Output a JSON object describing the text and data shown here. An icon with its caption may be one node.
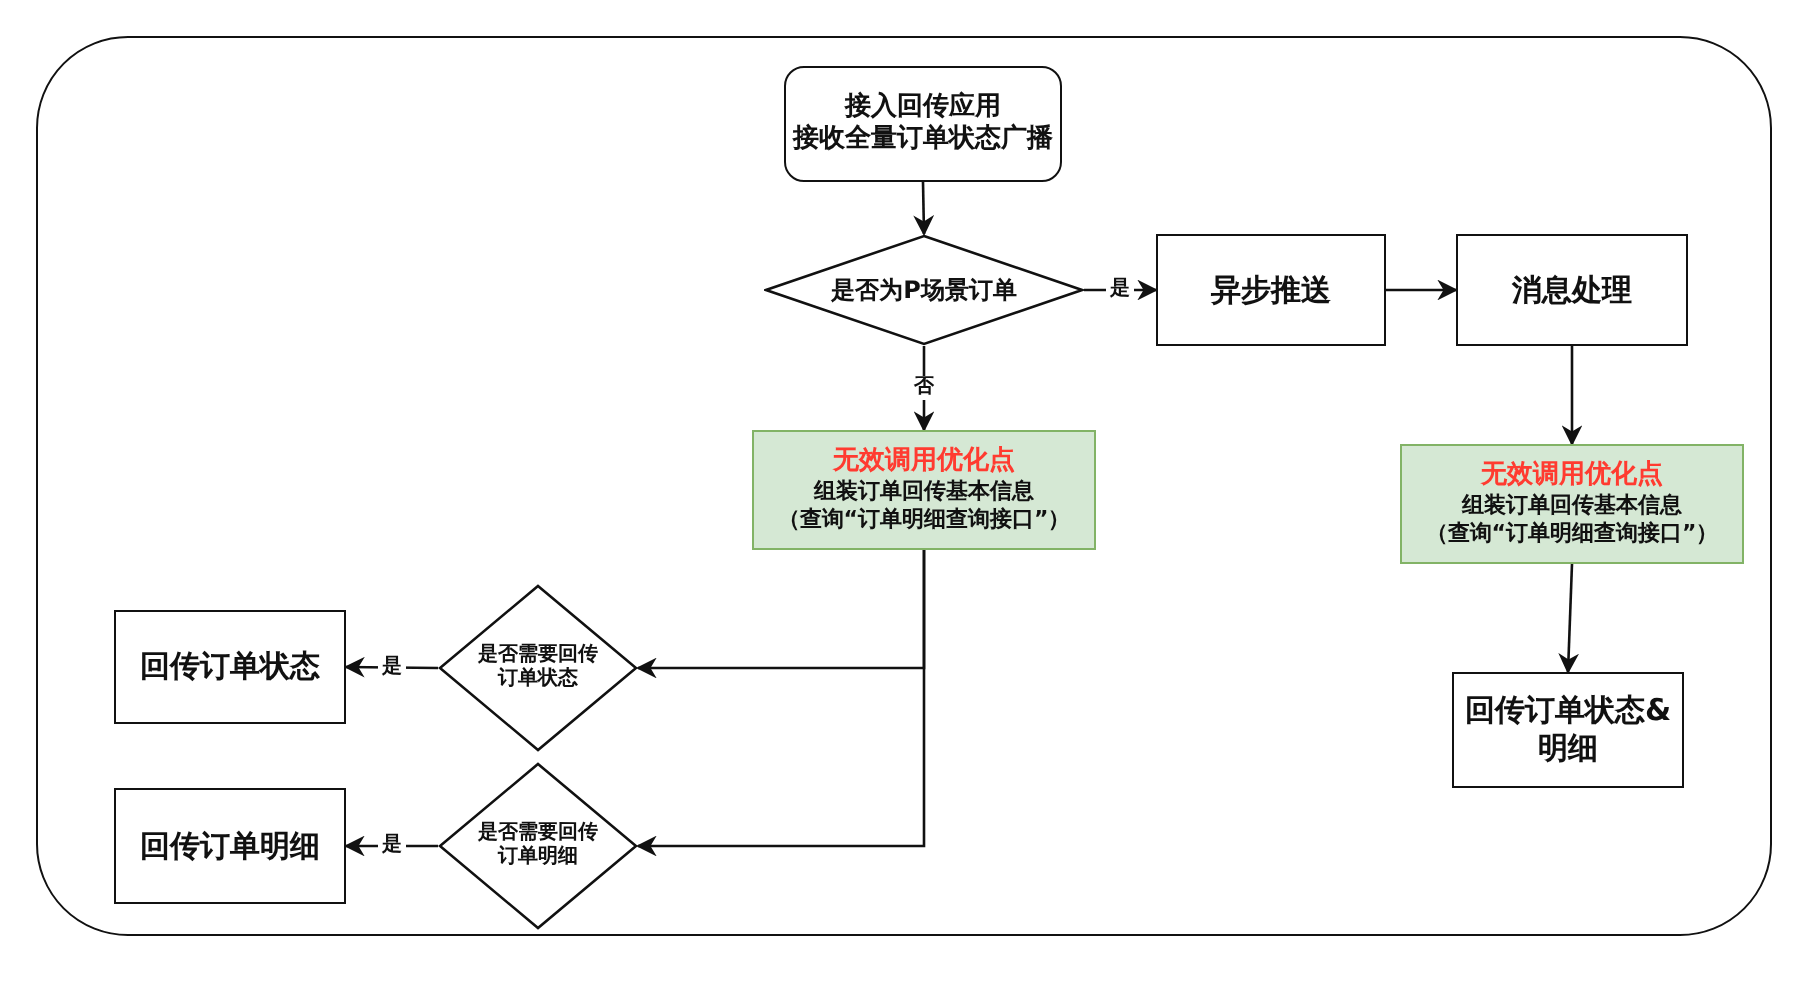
{
  "diagram": {
    "nodes": [
      {
        "text": [
          "接入回传应用",
          "接收全量订单状态广播"
        ]
      },
      {
        "text": [
          "是否为P场景订单"
        ]
      },
      {
        "text": [
          "异步推送"
        ]
      },
      {
        "text": [
          "消息处理"
        ]
      },
      {
        "text": [
          "无效调用优化点",
          "组装订单回传基本信息",
          "（查询“订单明细查询接口”）"
        ]
      },
      {
        "text": [
          "无效调用优化点",
          "组装订单回传基本信息",
          "（查询“订单明细查询接口”）"
        ]
      },
      {
        "text": [
          "回传订单状态&明细"
        ]
      },
      {
        "text": [
          "是否需要回传订单状态"
        ]
      },
      {
        "text": [
          "回传订单状态"
        ]
      },
      {
        "text": [
          "是否需要回传订单明细"
        ]
      },
      {
        "text": [
          "回传订单明细"
        ]
      }
    ],
    "edges": [
      {
        "from": 0,
        "to": 1,
        "arrow": "to"
      },
      {
        "from": 1,
        "to": 2,
        "arrow": "to",
        "label": "是"
      },
      {
        "from": 2,
        "to": 3,
        "arrow": "to"
      },
      {
        "from": 1,
        "to": 4,
        "arrow": "to",
        "label": "否"
      },
      {
        "from": 3,
        "to": 5,
        "arrow": "to"
      },
      {
        "from": 5,
        "to": 6,
        "arrow": "to"
      },
      {
        "from": 4,
        "to": 7,
        "arrow": "to"
      },
      {
        "from": 4,
        "to": 9,
        "arrow": "to"
      },
      {
        "from": 7,
        "to": 8,
        "arrow": "to",
        "label": "是"
      },
      {
        "from": 9,
        "to": 10,
        "arrow": "to",
        "label": "是"
      }
    ]
  }
}
